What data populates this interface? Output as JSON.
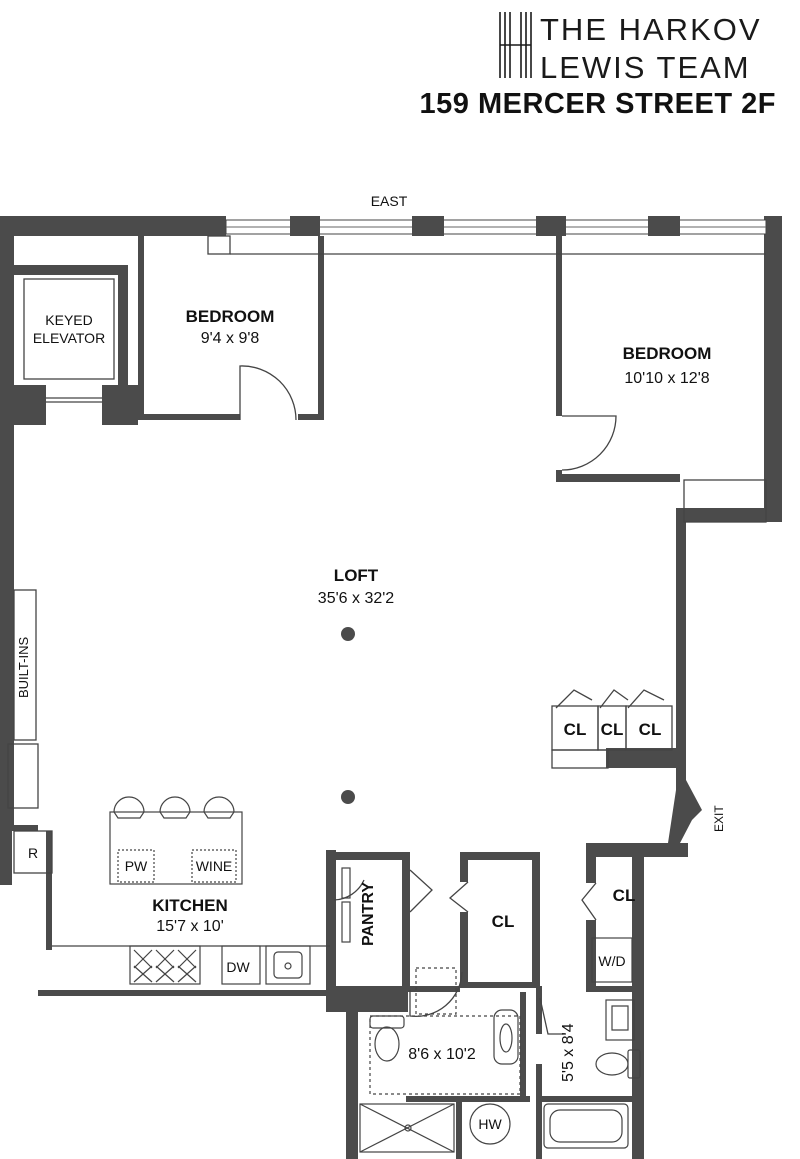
{
  "logo": {
    "line1": "THE HARKOV",
    "line2": "LEWIS TEAM"
  },
  "address": "159 MERCER STREET 2F",
  "plan": {
    "orientation_label": "EAST",
    "rooms": {
      "bedroom1": {
        "name": "BEDROOM",
        "dims": "9'4 x 9'8"
      },
      "bedroom2": {
        "name": "BEDROOM",
        "dims": "10'10 x 12'8"
      },
      "loft": {
        "name": "LOFT",
        "dims": "35'6 x 32'2"
      },
      "kitchen": {
        "name": "KITCHEN",
        "dims": "15'7 x 10'"
      },
      "bath1_dims": "8'6 x 10'2",
      "bath2_dims": "5'5 x 8'4"
    },
    "labels": {
      "elevator_line1": "KEYED",
      "elevator_line2": "ELEVATOR",
      "built_ins": "BUILT-INS",
      "exit": "EXIT",
      "closet": "CL",
      "pantry": "PANTRY",
      "refrigerator": "R",
      "pantry_wine_pw": "PW",
      "wine": "WINE",
      "dishwasher": "DW",
      "washer_dryer": "W/D",
      "hot_water": "HW"
    }
  }
}
